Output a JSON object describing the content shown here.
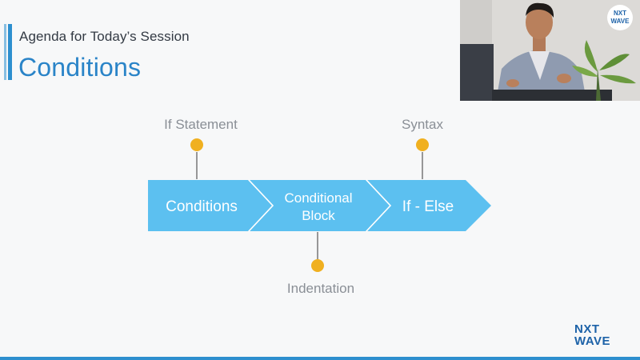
{
  "slide": {
    "subtitle": "Agenda for Today’s Session",
    "title": "Conditions"
  },
  "diagram": {
    "steps": [
      {
        "label": "Conditions"
      },
      {
        "label_line1": "Conditional",
        "label_line2": "Block"
      },
      {
        "label": "If - Else"
      }
    ],
    "callouts": {
      "top_left": "If Statement",
      "top_right": "Syntax",
      "bottom": "Indentation"
    }
  },
  "branding": {
    "logo_line1": "NXT",
    "logo_line2": "WAVE"
  },
  "colors": {
    "title": "#2a84c8",
    "chevron": "#5cc0f0",
    "chevron_divider": "#ffffff",
    "callout_dot": "#f0b020",
    "callout_line": "#777777",
    "callout_text": "#8a8f96",
    "accent": "#2d8fcf"
  }
}
